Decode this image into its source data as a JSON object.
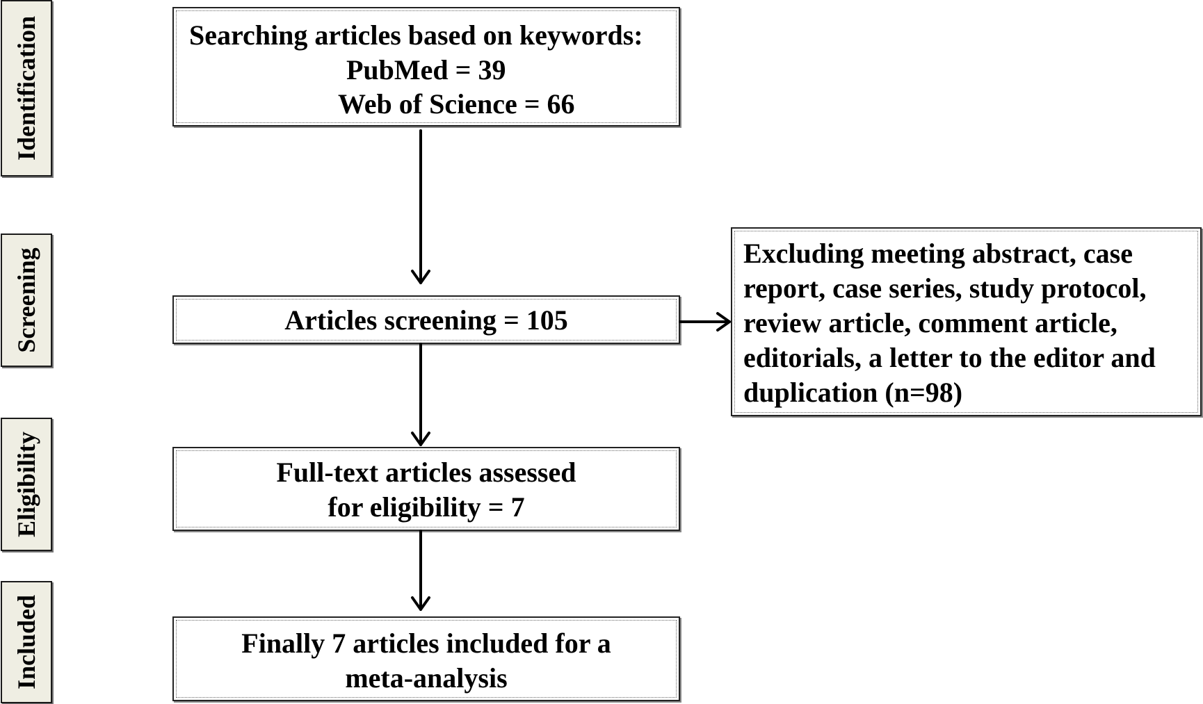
{
  "stages": {
    "identification": "Identification",
    "screening": "Screening",
    "eligibility": "Eligibility",
    "included": "Included"
  },
  "boxes": {
    "search": {
      "line1": "Searching articles based on keywords:",
      "line2": "PubMed = 39",
      "line3": "Web of Science = 66"
    },
    "screening": {
      "line1": "Articles screening = 105"
    },
    "exclusion": {
      "line1": "Excluding meeting abstract, case",
      "line2": "report, case series, study protocol,",
      "line3": "review article, comment article,",
      "line4": "editorials, a letter to the editor and",
      "line5": "duplication (n=98)"
    },
    "eligibility": {
      "line1": "Full-text articles assessed",
      "line2": "for eligibility = 7"
    },
    "included": {
      "line1": "Finally 7 articles included for a",
      "line2": "meta-analysis"
    }
  }
}
